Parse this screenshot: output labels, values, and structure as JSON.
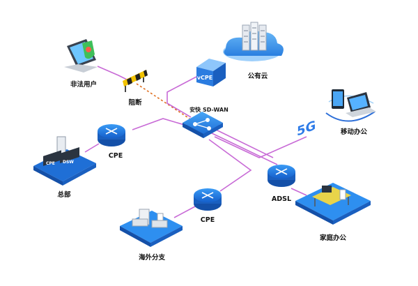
{
  "colors": {
    "link": "#c86ad6",
    "blocked_link": "#e07020",
    "router_fill": "#1f7ae0",
    "platform_fill": "#2e8ff0",
    "platform_edge": "#1765c8",
    "mobile_arc": "#2d6fd8",
    "fiveg_text": "#2d7be8"
  },
  "nodes": {
    "illegal_user": {
      "label": "非法用户",
      "icon": "laptop-with-shield-icon"
    },
    "block": {
      "label": "阻断",
      "icon": "barrier-icon"
    },
    "vcpe": {
      "label": "vCPE",
      "icon": "vcpe-box-icon"
    },
    "public_cloud": {
      "label": "公有云",
      "icon": "cloud-servers-icon"
    },
    "sdwan": {
      "label": "安快 SD-WAN",
      "icon": "sdwan-hub-icon"
    },
    "mobile_office": {
      "label": "移动办公",
      "icon": "phone-laptop-icon",
      "badge": "5G"
    },
    "hq_cpe": {
      "label": "CPE",
      "icon": "router-icon"
    },
    "headquarters": {
      "label": "总部",
      "icon": "server-rack-icon",
      "rack_labels": [
        "CPE",
        "DSW"
      ]
    },
    "branch_cpe": {
      "label": "CPE",
      "icon": "router-icon"
    },
    "overseas_branch": {
      "label": "海外分支",
      "icon": "office-desks-icon"
    },
    "adsl": {
      "label": "ADSL",
      "icon": "router-icon"
    },
    "home_office": {
      "label": "家庭办公",
      "icon": "home-desk-icon"
    }
  }
}
